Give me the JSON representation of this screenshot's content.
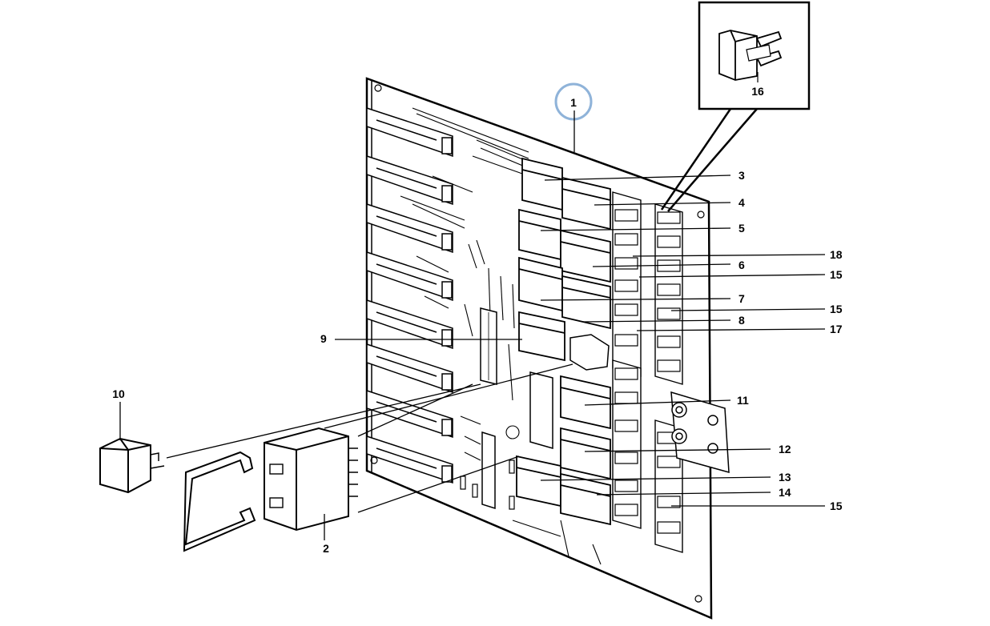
{
  "callouts": {
    "c1": "1",
    "c2": "2",
    "c3": "3",
    "c4": "4",
    "c5": "5",
    "c6": "6",
    "c7": "7",
    "c8": "8",
    "c9": "9",
    "c10": "10",
    "c11": "11",
    "c12": "12",
    "c13": "13",
    "c14": "14",
    "c15a": "15",
    "c15b": "15",
    "c15c": "15",
    "c16": "16",
    "c17": "17",
    "c18": "18"
  },
  "highlight_color": "#8fb3d9",
  "line_color": "#000000"
}
